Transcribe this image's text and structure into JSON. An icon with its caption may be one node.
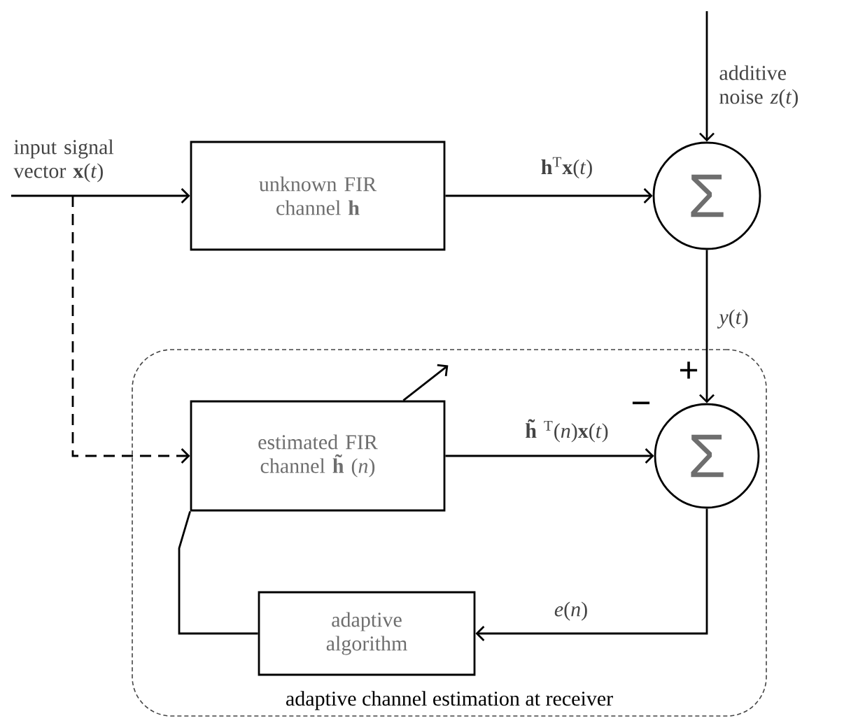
{
  "diagram": {
    "nodes": [
      {
        "text": [
          "adaptive channel estimation at receiver"
        ]
      },
      {
        "text": [
          "unknown FIR channel **h**"
        ]
      },
      {
        "text": [
          "Σ"
        ]
      },
      {
        "text": [
          "estimated FIR channel **h̃**(*n*)"
        ],
        "in": 0
      },
      {
        "text": [
          "Σ"
        ],
        "in": 0
      },
      {
        "text": [
          "adaptive algorithm"
        ],
        "in": 0
      }
    ],
    "edges": [
      {
        "from": null,
        "to": 1,
        "arrow": "to",
        "label": "input signal vector **x**(*t*)"
      },
      {
        "from": null,
        "to": 3,
        "arrow": "to",
        "style": "dashed"
      },
      {
        "from": 1,
        "to": 2,
        "arrow": "to",
        "label": "**h**$^{T}$**x**(*t*)"
      },
      {
        "from": null,
        "to": 2,
        "arrow": "to",
        "label": "additive noise *z*(*t*)"
      },
      {
        "from": 2,
        "to": 4,
        "arrow": "to",
        "label": "*y*(*t*)"
      },
      {
        "from": 3,
        "to": 4,
        "arrow": "to",
        "label": "**h̃**$^{T}$(*n*)**x**(*t*)"
      },
      {
        "from": 4,
        "to": 5,
        "arrow": "to",
        "label": "*e*(*n*)"
      },
      {
        "from": 5,
        "to": 3,
        "arrow": "none"
      },
      {
        "from": 3,
        "to": null,
        "arrow": "to"
      }
    ],
    "labels": [
      "+",
      "−"
    ]
  }
}
